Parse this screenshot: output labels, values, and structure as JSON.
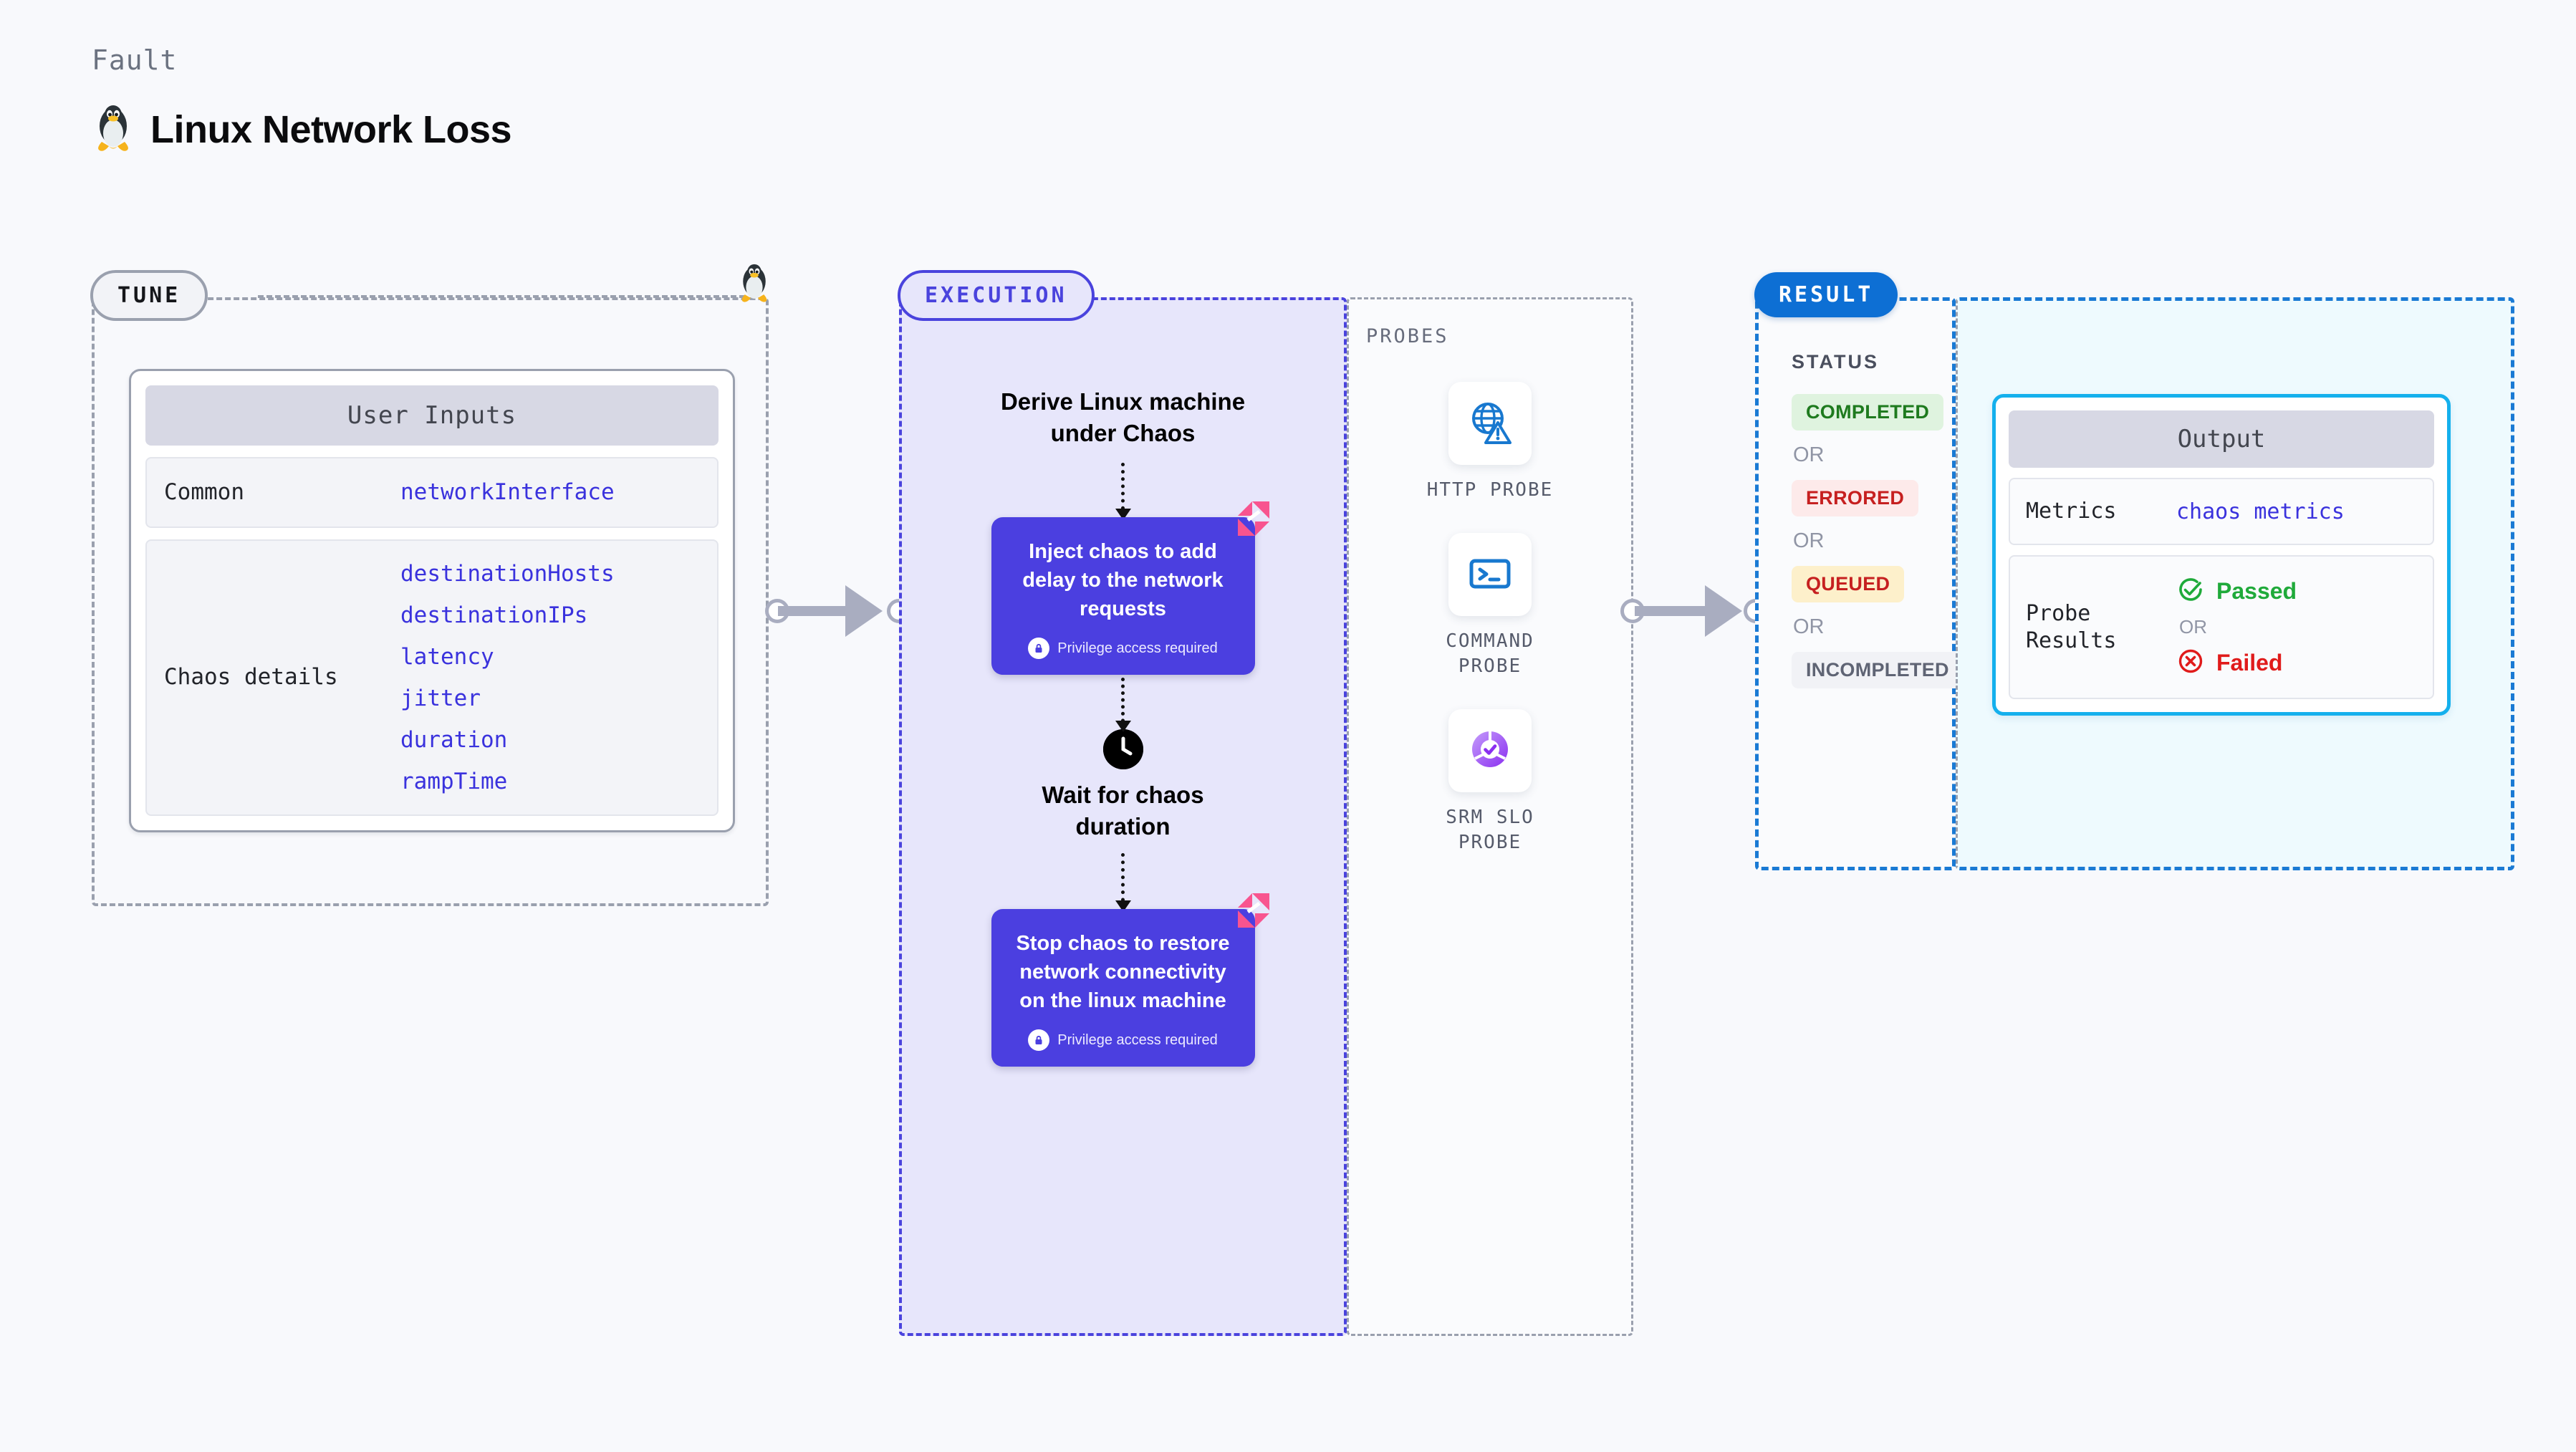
{
  "header": {
    "kicker": "Fault",
    "title": "Linux Network Loss",
    "icon": "tux-penguin-icon"
  },
  "tune": {
    "badge": "TUNE",
    "icon": "tux-penguin-icon",
    "card_title": "User Inputs",
    "rows": [
      {
        "key": "Common",
        "values": [
          "networkInterface"
        ]
      },
      {
        "key": "Chaos details",
        "values": [
          "destinationHosts",
          "destinationIPs",
          "latency",
          "jitter",
          "duration",
          "rampTime"
        ]
      }
    ]
  },
  "execution": {
    "badge": "EXECUTION",
    "steps": [
      {
        "type": "text",
        "label": "Derive Linux machine\nunder Chaos"
      },
      {
        "type": "action",
        "label": "Inject chaos to add delay to the network requests",
        "privilege": "Privilege access required"
      },
      {
        "type": "clock",
        "label": "Wait for chaos\nduration"
      },
      {
        "type": "action",
        "label": "Stop chaos to restore network connectivity on the linux machine",
        "privilege": "Privilege access required"
      }
    ]
  },
  "probes": {
    "label": "PROBES",
    "items": [
      {
        "name": "HTTP PROBE",
        "icon": "globe-warning-icon"
      },
      {
        "name": "COMMAND PROBE",
        "icon": "terminal-icon"
      },
      {
        "name": "SRM SLO PROBE",
        "icon": "slo-donut-check-icon"
      }
    ]
  },
  "result": {
    "badge": "RESULT",
    "status_label": "STATUS",
    "or_label": "OR",
    "statuses": [
      {
        "label": "COMPLETED",
        "bg": "#dff3df",
        "fg": "#1e7a1e"
      },
      {
        "label": "ERRORED",
        "bg": "#fdeaea",
        "fg": "#c62020"
      },
      {
        "label": "QUEUED",
        "bg": "#fdf0cb",
        "fg": "#c62020"
      },
      {
        "label": "INCOMPLETED",
        "bg": "#f1f2f6",
        "fg": "#5f6474"
      }
    ]
  },
  "output": {
    "card_title": "Output",
    "metrics_key": "Metrics",
    "metrics_value": "chaos metrics",
    "probe_results_key": "Probe\nResults",
    "passed_label": "Passed",
    "failed_label": "Failed",
    "or_label": "OR",
    "passed_icon": "check-circle-icon",
    "failed_icon": "x-circle-icon"
  },
  "colors": {
    "accent_purple": "#4b3fe0",
    "accent_blue": "#0d6fd4",
    "accent_cyan": "#14b0ed",
    "chaos_pink": "#f8548f",
    "mono_blue": "#3a32dd"
  }
}
